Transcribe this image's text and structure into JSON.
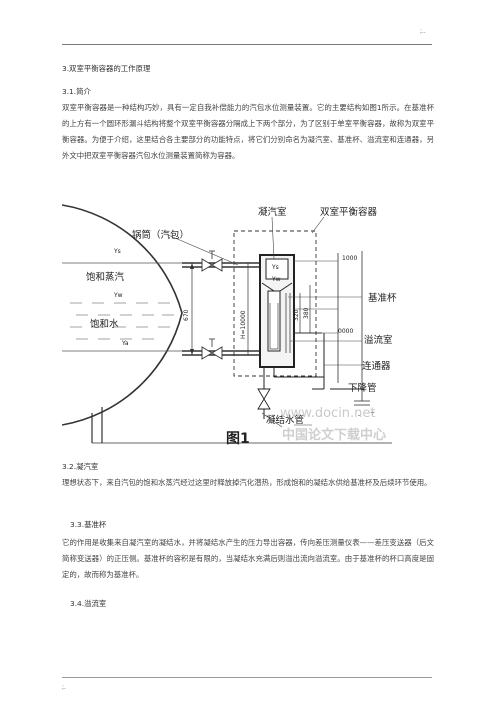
{
  "header": {
    "mark": ";.."
  },
  "footer": {
    "mark": ";."
  },
  "section3": {
    "title": "3.双室平衡容器的工作原理"
  },
  "s31": {
    "title": "3.1.简介",
    "text": "双室平衡容器是一种结构巧妙，具有一定自我补偿能力的汽包水位测量装置。它的主要结构如图1所示。在基准杯的上方有一个圆环形漏斗结构将整个双室平衡容器分隔成上下两个部分，为了区别于单室平衡容器，故称为双室平衡容器。为便于介绍，这里结合各主要部分的功能特点，将它们分别命名为凝汽室、基准杯、溢流室和连通器，另外文中把双室平衡容器汽包水位测量装置简称为容器。"
  },
  "figure": {
    "caption": "图1",
    "watermark": "www.docin.net",
    "watermark_cn": "中国论文下载中心",
    "labels": {
      "drum": "锅筒（汽包）",
      "sat_steam": "饱和蒸汽",
      "sat_water": "饱和水",
      "condense_chamber": "凝汽室",
      "dual_container": "双室平衡容器",
      "ref_cup": "基准杯",
      "overflow": "溢流室",
      "connector": "连通器",
      "downcomer": "下降管",
      "condensate_pipe": "凝结水管",
      "ys": "Ys",
      "yw": "Yw",
      "ya": "Ya",
      "ys_in": "Ys",
      "yw_in": "Yw",
      "d1000": "1000",
      "d0000": "0000",
      "d670": "670",
      "dh10000": "H=10000",
      "d320": "320",
      "d380": "380",
      "minus": "-",
      "plus": "+"
    }
  },
  "s32": {
    "title": "3.2.凝汽室",
    "text": "理想状态下，来自汽包的饱和水蒸汽经过这里时释放掉汽化潜热，形成饱和的凝结水供给基准杯及后续环节使用。"
  },
  "s33": {
    "title": "3.3.基准杯",
    "text": "它的作用是收集来自凝汽室的凝结水，并将凝结水产生的压力导出容器，传向差压测量仪表——差压变送器（后文简称变送器）的正压侧。基准杯的容积是有限的，当凝结水充满后则溢出流向溢流室。由于基准杯的杯口高度是固定的，故而称为基准杯。"
  },
  "s34": {
    "title": "3.4.溢流室"
  }
}
